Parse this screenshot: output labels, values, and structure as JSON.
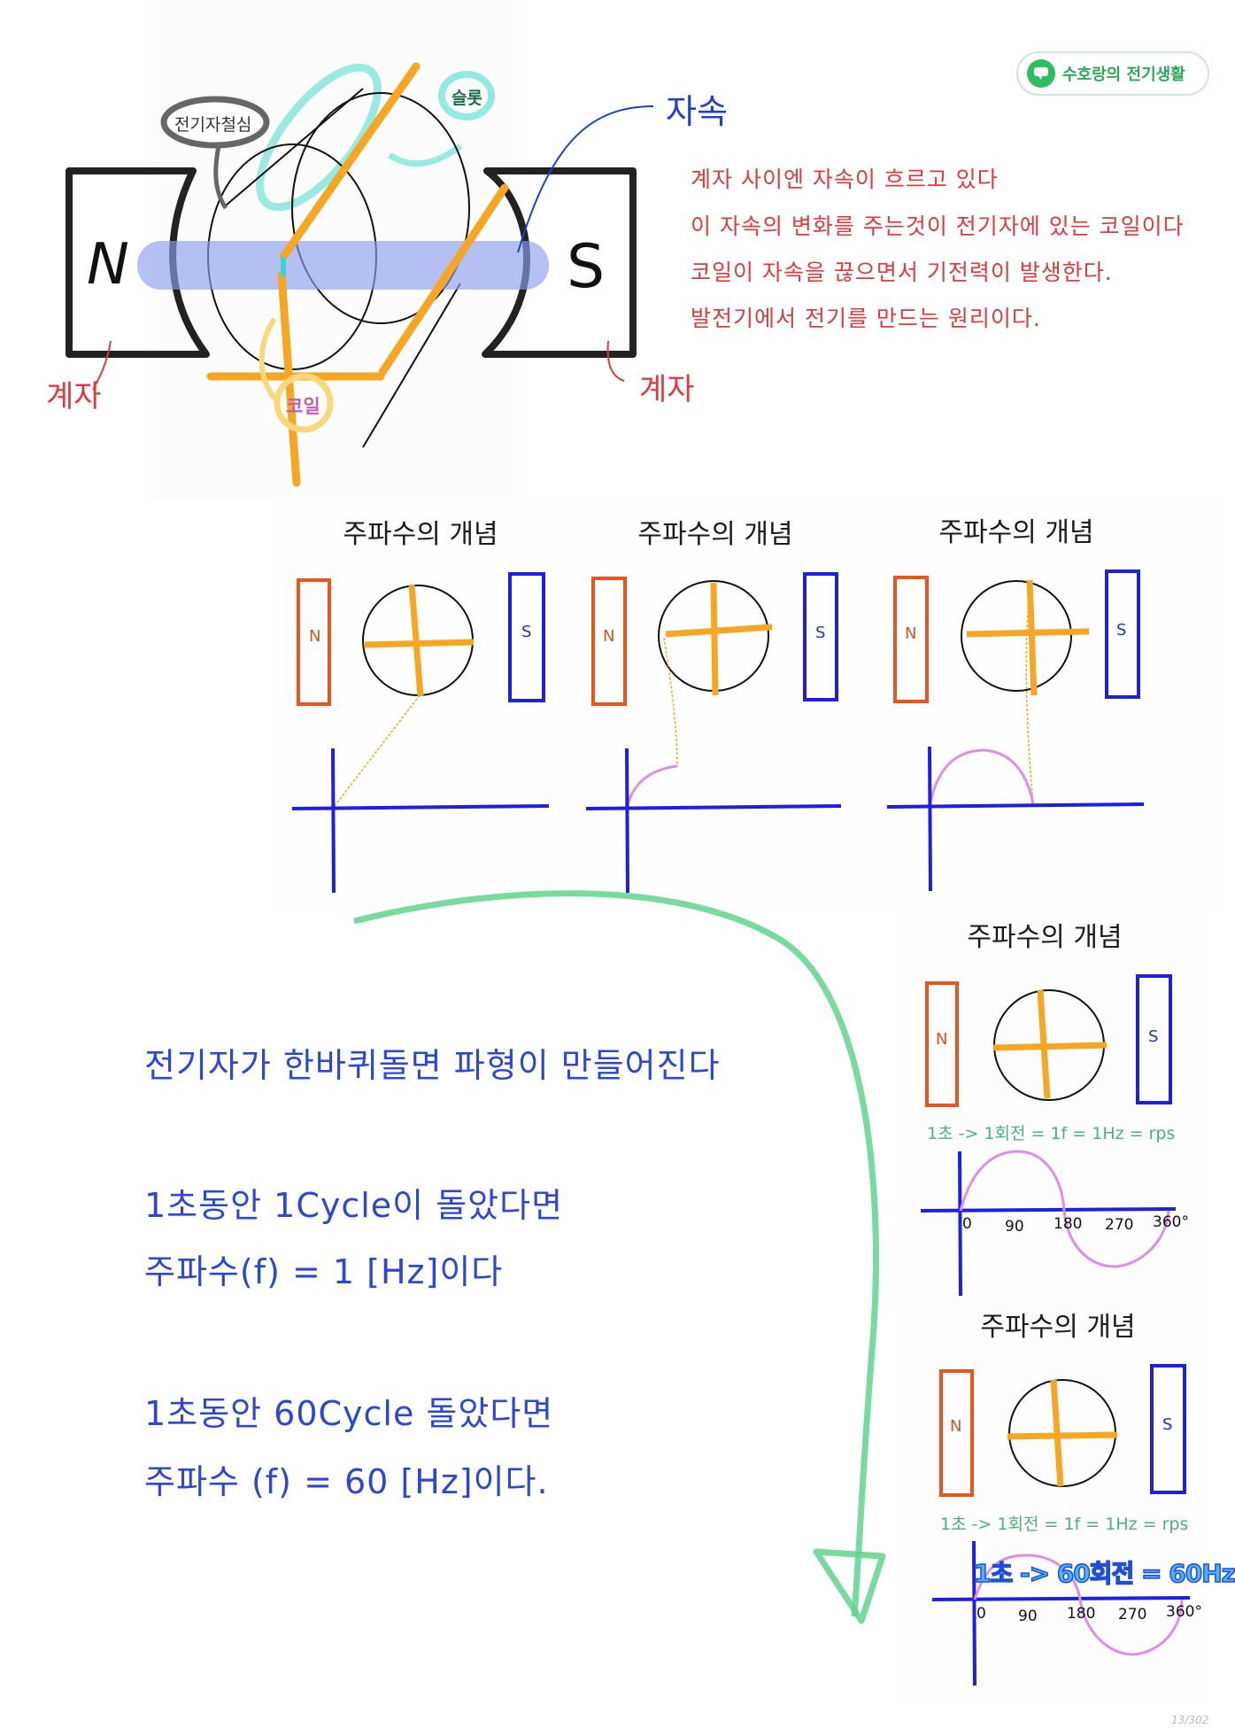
{
  "badge": {
    "label": "수호랑의 전기생활",
    "icon": "chat-bubble-icon",
    "color": "#2fbd62"
  },
  "generator_diagram": {
    "north_pole": "N",
    "south_pole": "S",
    "labels": {
      "armature_core": "전기자철심",
      "slot": "슬롯",
      "coil": "코일",
      "field_left": "계자",
      "field_right": "계자",
      "flux": "자속"
    },
    "colors": {
      "coil": "#f5a623",
      "flux_band": "#8e9ff0",
      "slot": "#3ad6c7",
      "flux_label": "#1f3fd0",
      "field_label": "#e0393e"
    }
  },
  "explanation_red": [
    "계자 사이엔 자속이 흐르고 있다",
    "이 자속의 변화를 주는것이 전기자에 있는 코일이다",
    "코일이 자속을 끊으면서 기전력이 발생한다.",
    "발전기에서 전기를 만드는 원리이다."
  ],
  "frequency_panels": [
    {
      "title": "주파수의 개념",
      "north": "N",
      "south": "S",
      "wave_progress": "0°"
    },
    {
      "title": "주파수의 개념",
      "north": "N",
      "south": "S",
      "wave_progress": "90°"
    },
    {
      "title": "주파수의 개념",
      "north": "N",
      "south": "S",
      "wave_progress": "180°"
    },
    {
      "title": "주파수의 개념",
      "north": "N",
      "south": "S",
      "caption": "1초 -> 1회전 = 1f = 1Hz = rps",
      "ticks": [
        "0",
        "90",
        "180",
        "270",
        "360°"
      ],
      "wave_progress": "360°"
    },
    {
      "title": "주파수의 개념",
      "north": "N",
      "south": "S",
      "caption": "1초 -> 1회전 = 1f = 1Hz = rps",
      "overlay": "1초 -> 60회전 = 60Hz",
      "ticks": [
        "0",
        "90",
        "180",
        "270",
        "360°"
      ],
      "wave_progress": "360°"
    }
  ],
  "explanation_blue": [
    "전기자가 한바퀴돌면 파형이 만들어진다",
    "1초동안 1Cycle이 돌았다면",
    "주파수(f) = 1 [Hz]이다",
    "1초동안 60Cycle 돌았다면",
    "주파수 (f) = 60 [Hz]이다."
  ],
  "page_indicator": "13/302"
}
